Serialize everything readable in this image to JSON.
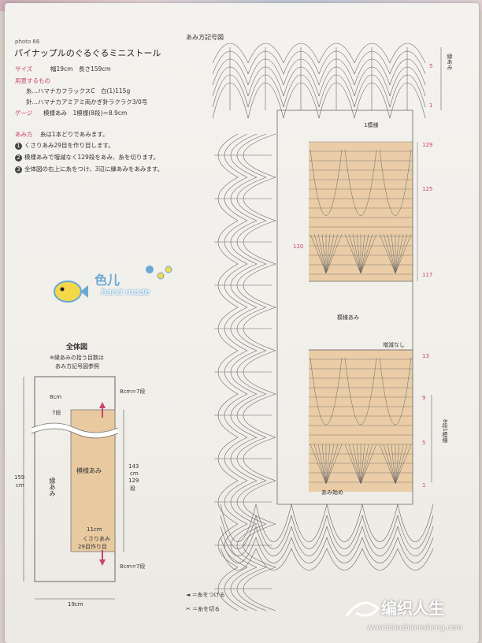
{
  "header": {
    "photo_no": "photo 66",
    "title": "パイナップルのぐるぐるミニストール"
  },
  "specs": {
    "size_label": "サイズ",
    "size_value": "幅19cm　長さ159cm",
    "materials_label": "用意するもの",
    "yarn": "糸…ハマナカフラックスC　白(1)115g",
    "needle": "針…ハマナカアミアミ両かぎ針ラクラク3/0号",
    "gauge_label": "ゲージ",
    "gauge_value": "模様あみ　1模様(8段)＝8.9cm"
  },
  "method": {
    "label": "あみ方",
    "note": "糸は1本どりであみます。",
    "steps": [
      {
        "num": "1",
        "text": "くさりあみ29目を作り目します。"
      },
      {
        "num": "2",
        "text": "模様あみで増減なく129段をあみ、糸を切ります。"
      },
      {
        "num": "3",
        "text": "全体図の右上に糸をつけ、3辺に縁あみをあみます。"
      }
    ]
  },
  "watermark_logo": {
    "top_text": "色儿",
    "bottom_text": "hand made"
  },
  "overview": {
    "title": "全体図",
    "note_line1": "※縁あみの拾う目数は",
    "note_line2": "あみ方記号図参照",
    "edge_label": "縁あみ",
    "pattern_label": "模様あみ",
    "top_left_dim1": "8cm",
    "top_left_dim2": "7段",
    "top_right_dim": "8cm=7段",
    "bottom_right_dim": "8cm=7段",
    "height_total": "159",
    "height_total_unit": "cm",
    "middle_dim1": "143",
    "middle_dim2": "cm",
    "middle_dim3": "129",
    "middle_dim4": "段",
    "foundation1": "11cm",
    "foundation2": "くさりあみ",
    "foundation3": "29目作り目",
    "width_total": "19cm"
  },
  "chart": {
    "title": "あみ方記号図",
    "edge_label": "縁あみ",
    "repeat1": "1模様",
    "pattern_label": "模様あみ",
    "no_inc_dec": "増減なし",
    "start_label": "あみ始め",
    "rows_right": [
      "129",
      "125",
      "117",
      "13",
      "9",
      "5",
      "1"
    ],
    "edge_rows": [
      "5",
      "1"
    ],
    "row_120": "120",
    "repeat2": "8段1模様",
    "legend_attach": "＝糸をつける",
    "legend_cut": "＝糸を切る"
  },
  "site_watermark": {
    "brand": "编织人生",
    "url": "www.bianzhirensheng.com"
  },
  "colors": {
    "paper": "#f2f0eb",
    "pattern_fill": "#e9c9a0",
    "ink": "#555555",
    "accent_pink": "#c8456b"
  }
}
